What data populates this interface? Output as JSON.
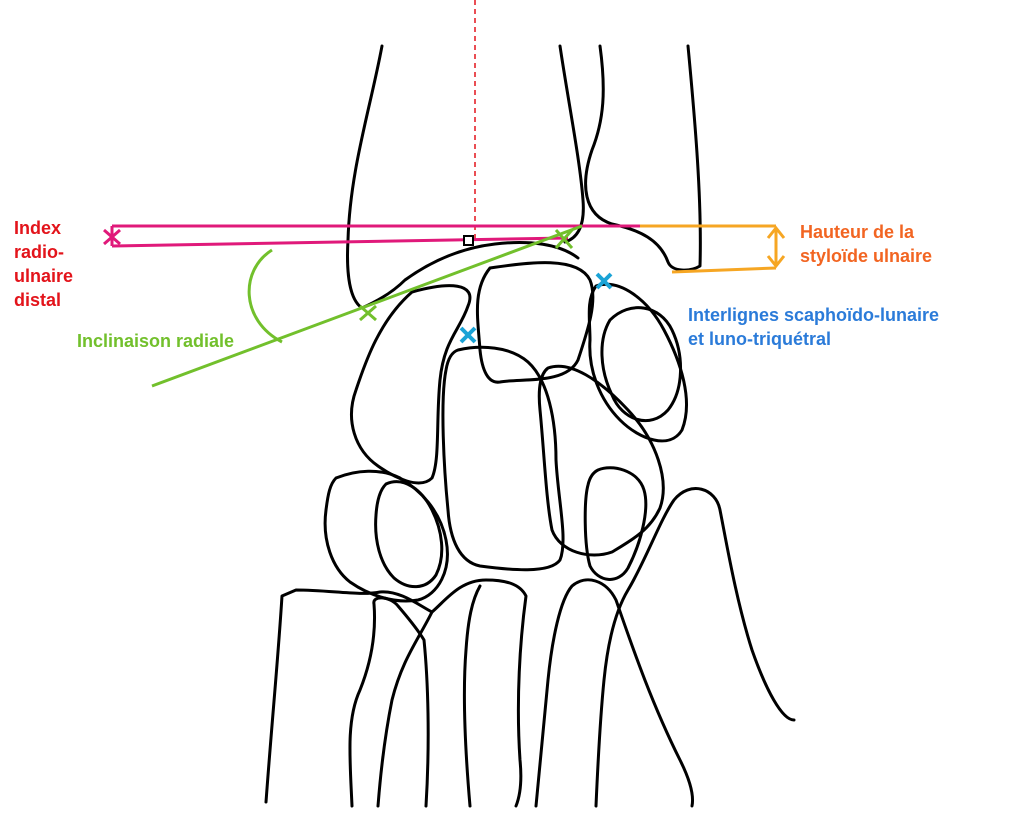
{
  "diagram": {
    "labels": {
      "index_radio_ulnaire": "Index\nradio-\nulnaire\ndistal",
      "inclinaison_radiale": "Inclinaison radiale",
      "hauteur_styloide": "Hauteur de la\nstyloïde ulnaire",
      "interlignes": "Interlignes scaphoïdo-lunaire\net luno-triquétral"
    },
    "colors": {
      "bone_outline": "#000000",
      "index_line": "#e0197a",
      "index_label": "#e3141b",
      "inclination": "#72c02c",
      "styloid": "#f6a623",
      "styloid_label": "#f26522",
      "interlines_marker": "#1aa3d6",
      "interlines_label": "#2b7bd9",
      "axis": "#e3141b"
    }
  }
}
